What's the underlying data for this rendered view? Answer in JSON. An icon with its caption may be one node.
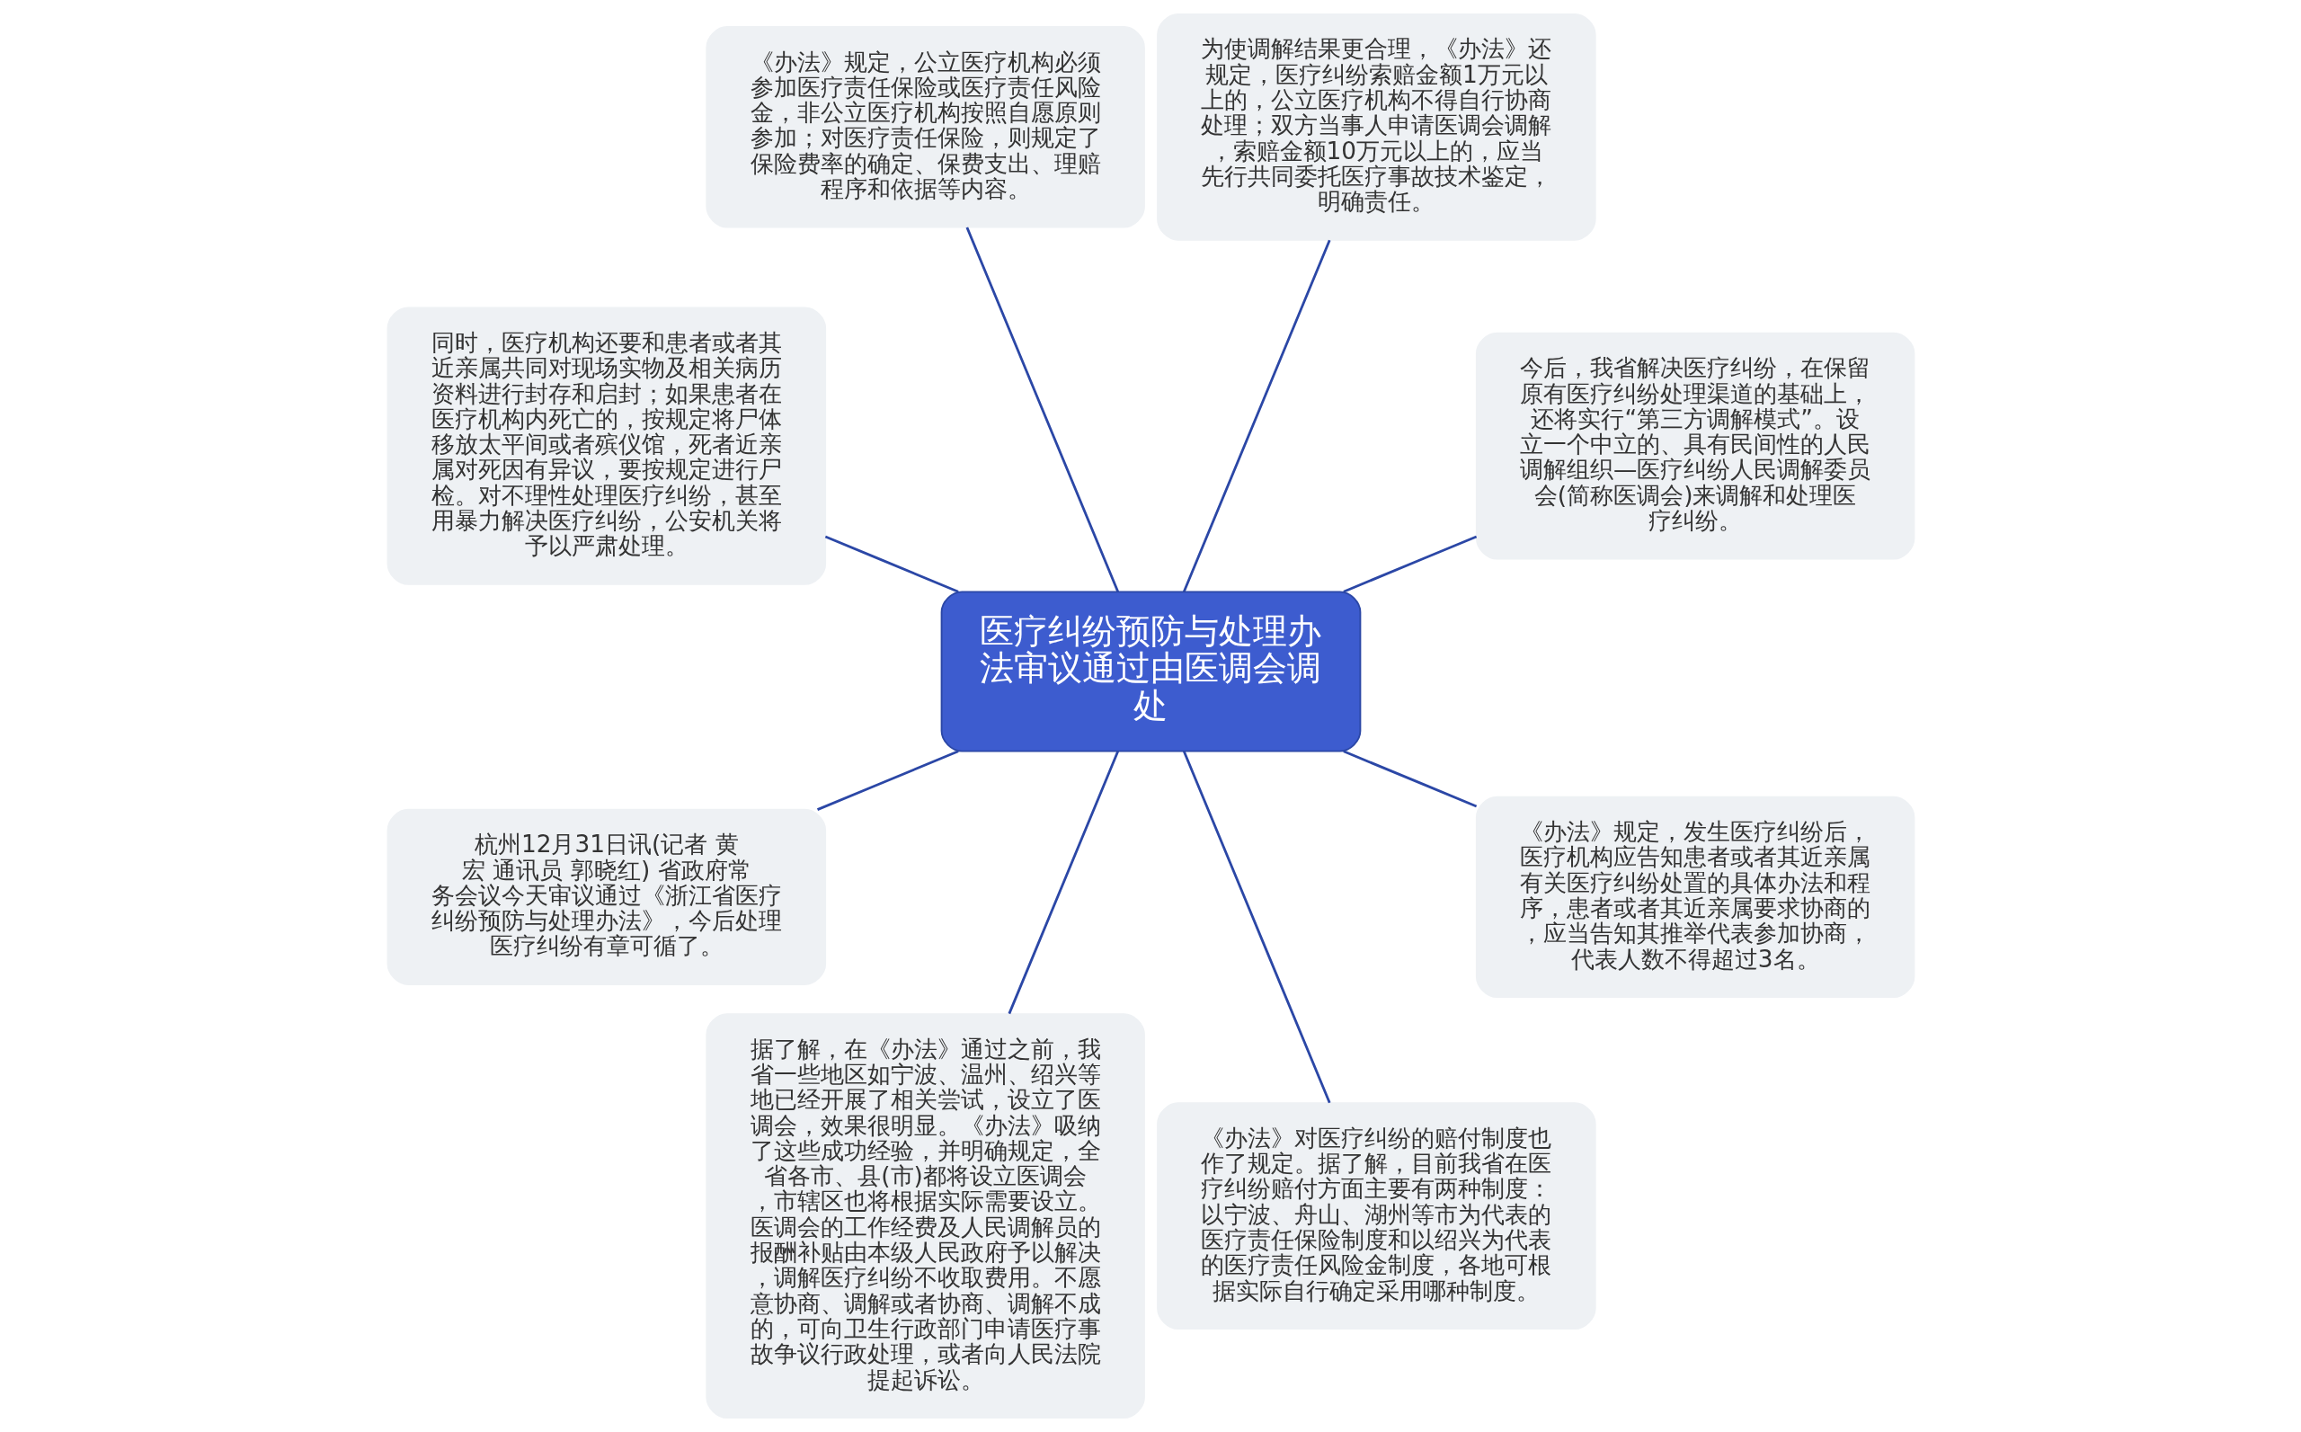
{
  "diagram": {
    "nodes": [
      {
        "text": [
          "医疗纠纷预防与处理办法审议通过由医调会调处"
        ]
      },
      {
        "text": [
          "今后，我省解决医疗纠纷，在保留原有医疗纠纷处理渠道的基础上，还将实行“第三方调解模式”。设立一个中立的、具有民间性的人民调解组织—医疗纠纷人民调解委员会(简称医调会)来调解和处理医疗纠纷。"
        ]
      },
      {
        "text": [
          "为使调解结果更合理，《办法》还规定，医疗纠纷索赔金额1万元以上的，公立医疗机构不得自行协商处理；双方当事人申请医调会调解，索赔金额10万元以上的，应当先行共同委托医疗事故技术鉴定，明确责任。"
        ]
      },
      {
        "text": [
          "《办法》规定，公立医疗机构必须参加医疗责任保险或医疗责任风险金，非公立医疗机构按照自愿原则参加；对医疗责任保险，则规定了保险费率的确定、保费支出、理赔程序和依据等内容。"
        ]
      },
      {
        "text": [
          "同时，医疗机构还要和患者或者其近亲属共同对现场实物及相关病历资料进行封存和启封；如果患者在医疗机构内死亡的，按规定将尸体移放太平间或者殡仪馆，死者近亲属对死因有异议，要按规定进行尸检。对不理性处理医疗纠纷，甚至用暴力解决医疗纠纷，公安机关将予以严肃处理。"
        ]
      },
      {
        "text": [
          "杭州12月31日讯(记者 黄宏 通讯员 郭晓红) 省政府常务会议今天审议通过《浙江省医疗纠纷预防与处理办法》，今后处理医疗纠纷有章可循了。"
        ]
      },
      {
        "text": [
          "据了解，在《办法》通过之前，我省一些地区如宁波、温州、绍兴等地已经开展了相关尝试，设立了医调会，效果很明显。《办法》吸纳了这些成功经验，并明确规定，全省各市、县(市)都将设立医调会，市辖区也将根据实际需要设立。医调会的工作经费及人民调解员的报酬补贴由本级人民政府予以解决，调解医疗纠纷不收取费用。不愿意协商、调解或者协商、调解不成的，可向卫生行政部门申请医疗事故争议行政处理，或者向人民法院提起诉讼。"
        ]
      },
      {
        "text": [
          "《办法》对医疗纠纷的赔付制度也作了规定。据了解，目前我省在医疗纠纷赔付方面主要有两种制度：以宁波、舟山、湖州等市为代表的医疗责任保险制度和以绍兴为代表的医疗责任风险金制度，各地可根据实际自行确定采用哪种制度。"
        ]
      },
      {
        "text": [
          "《办法》规定，发生医疗纠纷后，医疗机构应告知患者或者其近亲属有关医疗纠纷处置的具体办法和程序，患者或者其近亲属要求协商的，应当告知其推举代表参加协商，代表人数不得超过3名。"
        ]
      }
    ],
    "edges": [
      {
        "from": 0,
        "to": 1,
        "arrow": "none"
      },
      {
        "from": 0,
        "to": 2,
        "arrow": "none"
      },
      {
        "from": 0,
        "to": 3,
        "arrow": "none"
      },
      {
        "from": 0,
        "to": 4,
        "arrow": "none"
      },
      {
        "from": 0,
        "to": 5,
        "arrow": "none"
      },
      {
        "from": 0,
        "to": 6,
        "arrow": "none"
      },
      {
        "from": 0,
        "to": 7,
        "arrow": "none"
      },
      {
        "from": 0,
        "to": 8,
        "arrow": "none"
      }
    ]
  }
}
